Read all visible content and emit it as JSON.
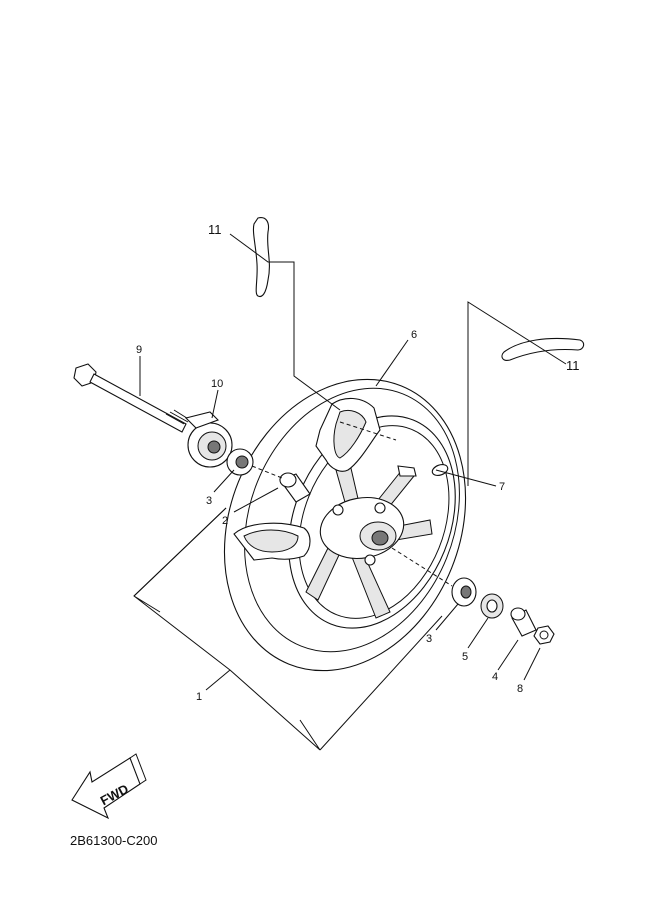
{
  "callouts": {
    "p1": "1",
    "p2": "2",
    "p3a": "3",
    "p3b": "3",
    "p4": "4",
    "p5": "5",
    "p6": "6",
    "p7": "7",
    "p8": "8",
    "p9": "9",
    "p10": "10",
    "p11a": "11",
    "p11b": "11"
  },
  "fwd_label": "FWD",
  "diagram_code": "2B61300-C200"
}
